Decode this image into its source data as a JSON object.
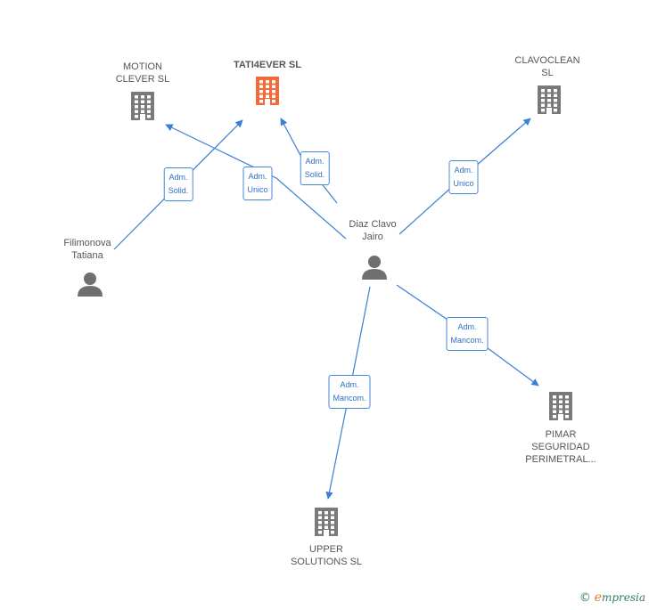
{
  "colors": {
    "edge": "#3a7fd5",
    "building_main": "#f26a3a",
    "building": "#7a7a7a",
    "person": "#6f6f6f",
    "label": "#555555"
  },
  "nodes": [
    {
      "id": "motion",
      "kind": "company",
      "label": "MOTION\nCLEVER  SL",
      "main": false,
      "icon": "building-icon"
    },
    {
      "id": "tati",
      "kind": "company",
      "label": "TATI4EVER  SL",
      "main": true,
      "icon": "building-icon"
    },
    {
      "id": "clavo",
      "kind": "company",
      "label": "CLAVOCLEAN\nSL",
      "main": false,
      "icon": "building-icon"
    },
    {
      "id": "filimonova",
      "kind": "person",
      "label": "Filimonova\nTatiana",
      "main": false,
      "icon": "person-icon"
    },
    {
      "id": "diaz",
      "kind": "person",
      "label": "Diaz Clavo\nJairo",
      "main": false,
      "icon": "person-icon"
    },
    {
      "id": "pimar",
      "kind": "company",
      "label": "PIMAR\nSEGURIDAD\nPERIMETRAL...",
      "main": false,
      "icon": "building-icon"
    },
    {
      "id": "upper",
      "kind": "company",
      "label": "UPPER\nSOLUTIONS SL",
      "main": false,
      "icon": "building-icon"
    }
  ],
  "edges": [
    {
      "from": "filimonova",
      "to": "tati",
      "label": "Adm.\nSolid."
    },
    {
      "from": "diaz",
      "to": "motion",
      "label": "Adm.\nUnico"
    },
    {
      "from": "diaz",
      "to": "tati",
      "label": "Adm.\nSolid."
    },
    {
      "from": "diaz",
      "to": "clavo",
      "label": "Adm.\nUnico"
    },
    {
      "from": "diaz",
      "to": "pimar",
      "label": "Adm.\nMancom."
    },
    {
      "from": "diaz",
      "to": "upper",
      "label": "Adm.\nMancom."
    }
  ],
  "brand": {
    "copyright": "©",
    "name_initial": "e",
    "name_rest": "mpresia"
  }
}
